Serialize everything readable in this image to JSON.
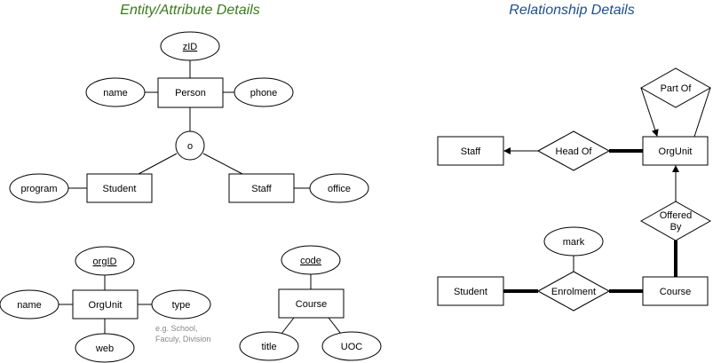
{
  "titles": {
    "left": "Entity/Attribute Details",
    "right": "Relationship Details"
  },
  "colors": {
    "left_title": "#3a7a1a",
    "right_title": "#1f4e8c",
    "note": "#888888"
  },
  "left": {
    "person": {
      "entity": "Person",
      "key": "zID",
      "attr_name": "name",
      "attr_phone": "phone",
      "subclass_symbol": "o"
    },
    "student": {
      "entity": "Student",
      "attr": "program"
    },
    "staff": {
      "entity": "Staff",
      "attr": "office"
    },
    "orgunit": {
      "entity": "OrgUnit",
      "key": "orgID",
      "attr_name": "name",
      "attr_type": "type",
      "attr_web": "web",
      "note_line1": "e.g. School,",
      "note_line2": "Faculy, Division"
    },
    "course": {
      "entity": "Course",
      "key": "code",
      "attr_title": "title",
      "attr_uoc": "UOC"
    }
  },
  "right": {
    "entities": {
      "staff": "Staff",
      "orgunit": "OrgUnit",
      "student": "Student",
      "course": "Course"
    },
    "relationships": {
      "head_of": "Head Of",
      "part_of": "Part Of",
      "offered_by_line1": "Offered",
      "offered_by_line2": "By",
      "enrolment": "Enrolment"
    },
    "attributes": {
      "mark": "mark"
    }
  }
}
